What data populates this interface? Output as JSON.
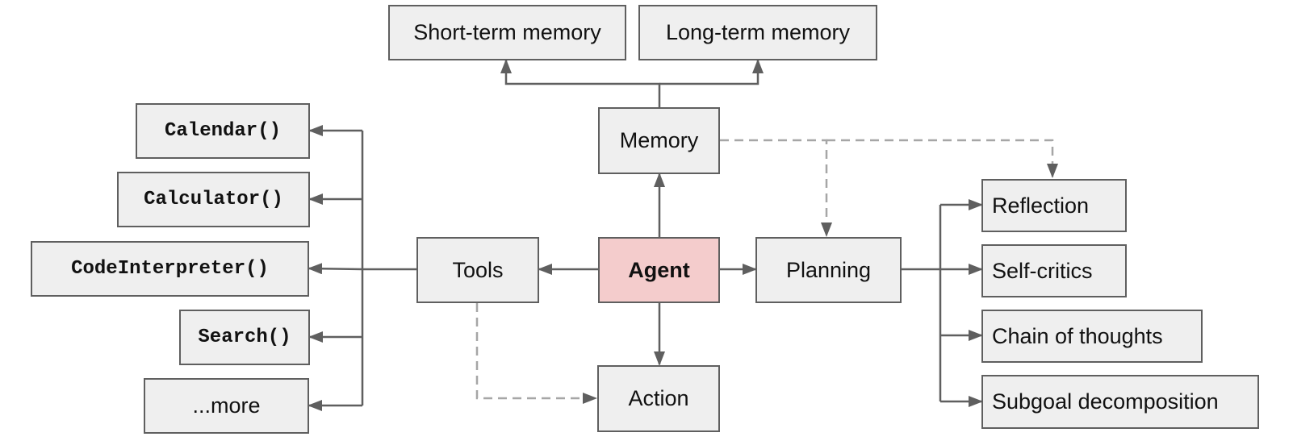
{
  "colors": {
    "box_fill": "#efefef",
    "box_border": "#5f5f5f",
    "agent_fill": "#f4cccc",
    "solid_arrow": "#5f5f5f",
    "dashed_arrow": "#a6a6a6"
  },
  "nodes": {
    "short_term_memory": "Short-term memory",
    "long_term_memory": "Long-term memory",
    "memory": "Memory",
    "agent": "Agent",
    "tools": "Tools",
    "planning": "Planning",
    "action": "Action",
    "tool_calendar": "Calendar()",
    "tool_calculator": "Calculator()",
    "tool_code_interpreter": "CodeInterpreter()",
    "tool_search": "Search()",
    "tool_more": "...more",
    "reflection": "Reflection",
    "self_critics": "Self-critics",
    "chain_of_thoughts": "Chain of thoughts",
    "subgoal_decomposition": "Subgoal decomposition"
  }
}
